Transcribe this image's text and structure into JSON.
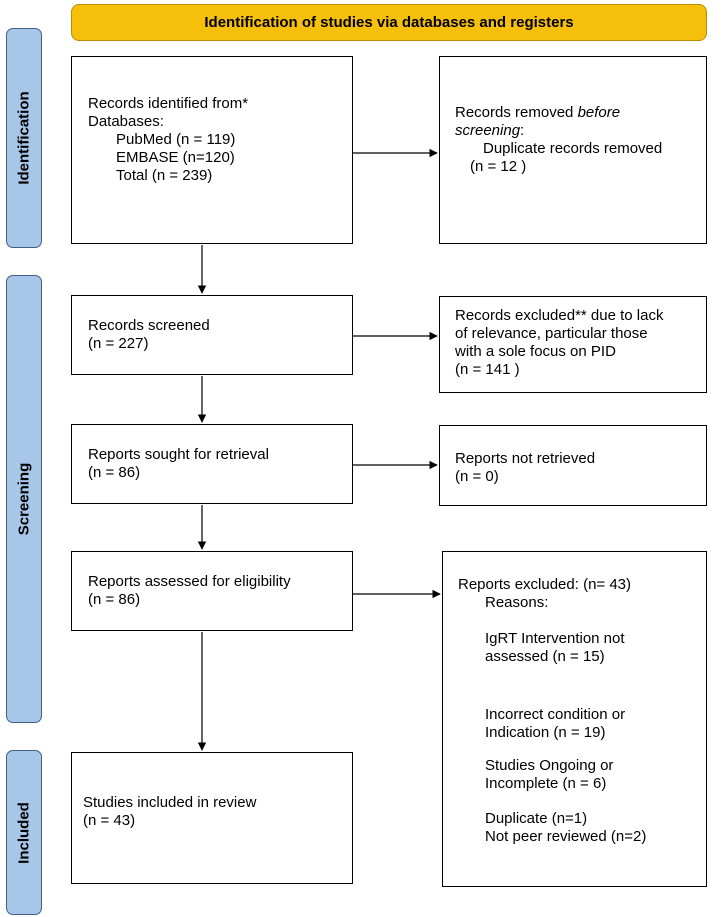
{
  "header": {
    "title": "Identification of studies via databases and registers"
  },
  "phases": {
    "identification": "Identification",
    "screening": "Screening",
    "included": "Included"
  },
  "records_identified": {
    "line1": "Records identified from*",
    "line2": "Databases:",
    "pubmed": "PubMed (n = 119)",
    "embase": "EMBASE (n=120)",
    "total": "Total (n = 239)"
  },
  "records_removed": {
    "line1_prefix": "Records removed ",
    "line1_italic": "before",
    "line2_italic": "screening",
    "line2_suffix": ":",
    "duplicates": "Duplicate records removed",
    "count": "(n = 12 )"
  },
  "records_screened": {
    "line1": "Records screened",
    "count": "(n = 227)"
  },
  "records_excluded": {
    "line1": "Records excluded** due to lack",
    "line2": "of relevance, particular those",
    "line3": "with a sole focus on PID",
    "count": "(n = 141 )"
  },
  "reports_sought": {
    "line1": "Reports sought for retrieval",
    "count": "(n = 86)"
  },
  "reports_not_retrieved": {
    "line1": "Reports not retrieved",
    "count": "(n = 0)"
  },
  "reports_assessed": {
    "line1": "Reports assessed for eligibility",
    "count": "(n = 86)"
  },
  "reports_excluded": {
    "line1": "Reports excluded: (n= 43)",
    "reasons": "Reasons:",
    "r1_a": "IgRT Intervention not",
    "r1_b": "assessed  (n = 15)",
    "r2_a": "Incorrect condition or",
    "r2_b": "Indication (n = 19)",
    "r3_a": "Studies Ongoing or",
    "r3_b": "Incomplete (n = 6)",
    "r4_a": "Duplicate (n=1)",
    "r4_b": "Not peer reviewed (n=2)"
  },
  "studies_included": {
    "line1": "Studies included in review",
    "count": "(n = 43)"
  },
  "colors": {
    "banner": "#f6bf0a",
    "phase": "#a8c6e8",
    "phase_border": "#3f5f86"
  }
}
